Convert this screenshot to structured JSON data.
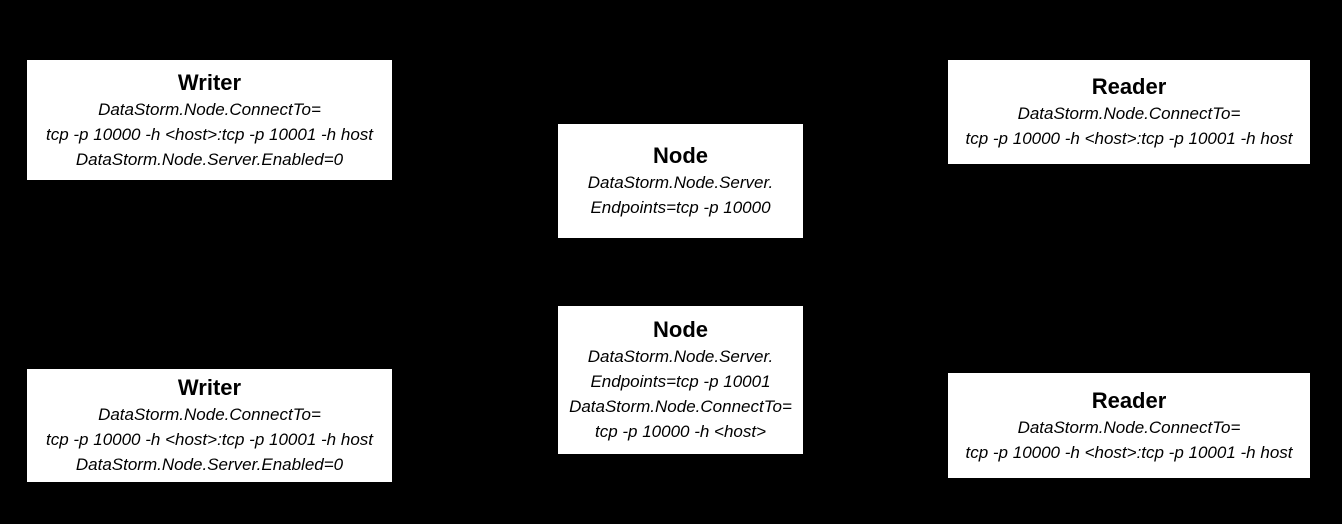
{
  "colors": {
    "background": "#000000",
    "box_fill": "#ffffff",
    "box_text": "#000000"
  },
  "boxes": {
    "writer_top": {
      "title": "Writer",
      "lines": [
        "DataStorm.Node.ConnectTo=",
        "tcp -p 10000 -h <host>:tcp -p 10001 -h host",
        "DataStorm.Node.Server.Enabled=0"
      ]
    },
    "node_top": {
      "title": "Node",
      "lines": [
        "DataStorm.Node.Server.",
        "Endpoints=tcp -p 10000"
      ]
    },
    "reader_top": {
      "title": "Reader",
      "lines": [
        "DataStorm.Node.ConnectTo=",
        "tcp -p 10000 -h <host>:tcp -p 10001 -h host"
      ]
    },
    "node_bottom": {
      "title": "Node",
      "lines": [
        "DataStorm.Node.Server.",
        "Endpoints=tcp -p 10001",
        "DataStorm.Node.ConnectTo=",
        "tcp -p 10000 -h <host>"
      ]
    },
    "writer_bottom": {
      "title": "Writer",
      "lines": [
        "DataStorm.Node.ConnectTo=",
        "tcp -p 10000 -h <host>:tcp -p 10001 -h host",
        "DataStorm.Node.Server.Enabled=0"
      ]
    },
    "reader_bottom": {
      "title": "Reader",
      "lines": [
        "DataStorm.Node.ConnectTo=",
        "tcp -p 10000 -h <host>:tcp -p 10001 -h host"
      ]
    }
  }
}
